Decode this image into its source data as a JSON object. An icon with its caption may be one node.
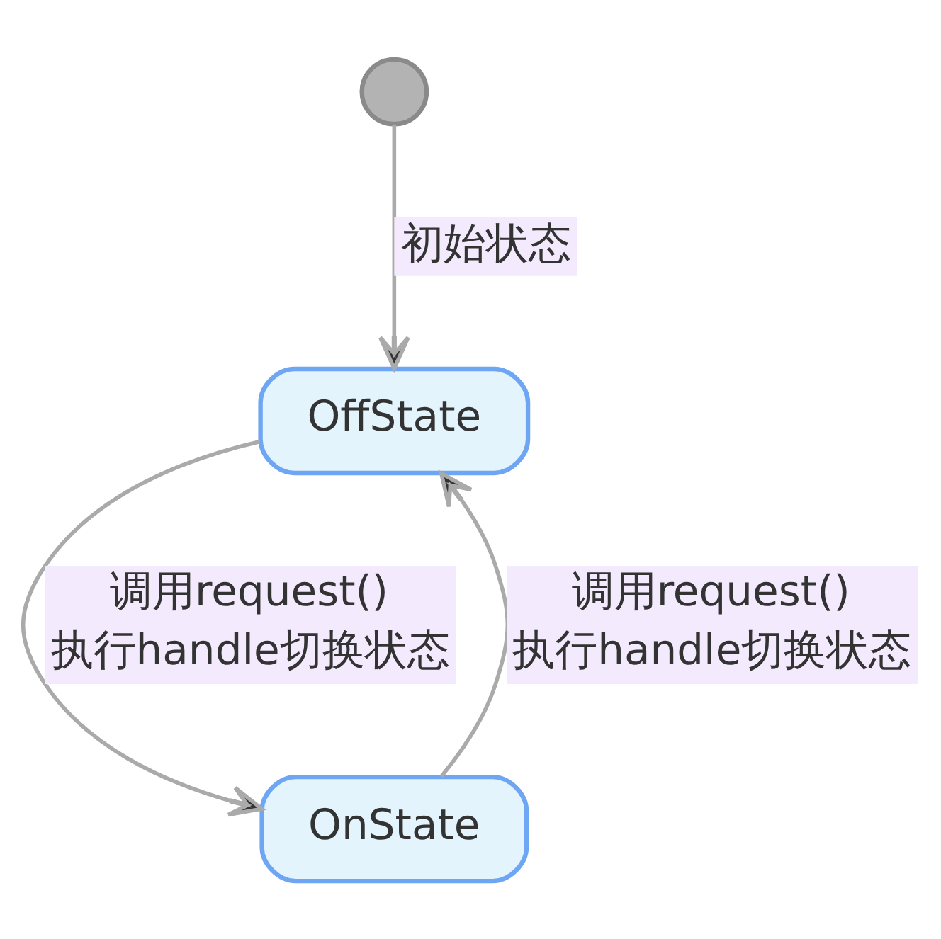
{
  "diagram": {
    "nodes": [
      {
        "text": [],
        "shape": "circle"
      },
      {
        "text": [
          "OffState"
        ]
      },
      {
        "text": [
          "OnState"
        ]
      }
    ],
    "edges": [
      {
        "from": 0,
        "to": 1,
        "arrow": "to",
        "label": "初始状态"
      },
      {
        "from": 1,
        "to": 2,
        "arrow": "to",
        "label": "调用request() 执行handle切换状态"
      },
      {
        "from": 2,
        "to": 1,
        "arrow": "to",
        "label": "调用request() 执行handle切换状态"
      }
    ]
  }
}
